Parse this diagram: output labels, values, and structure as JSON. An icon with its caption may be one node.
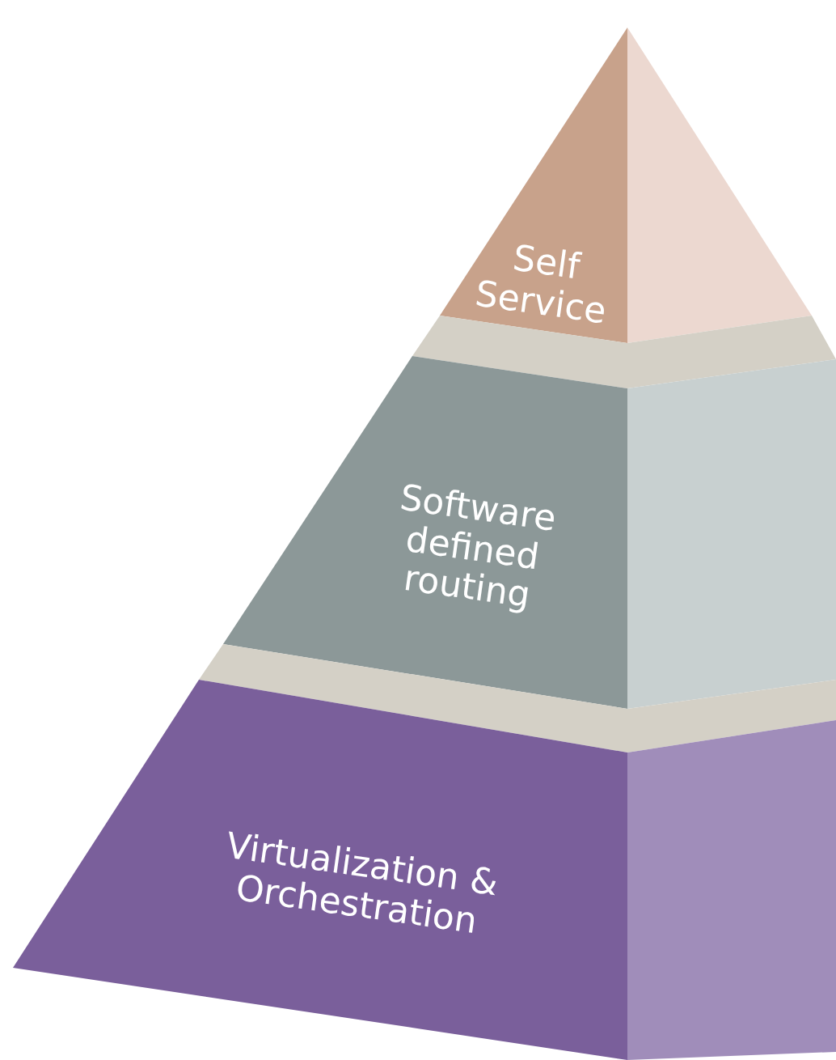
{
  "diagram": {
    "nodes": [
      {
        "text": [
          "Self Service"
        ]
      },
      {
        "text": [
          "Software defined routing"
        ]
      },
      {
        "text": [
          "Virtualization & Orchestration"
        ]
      }
    ]
  }
}
